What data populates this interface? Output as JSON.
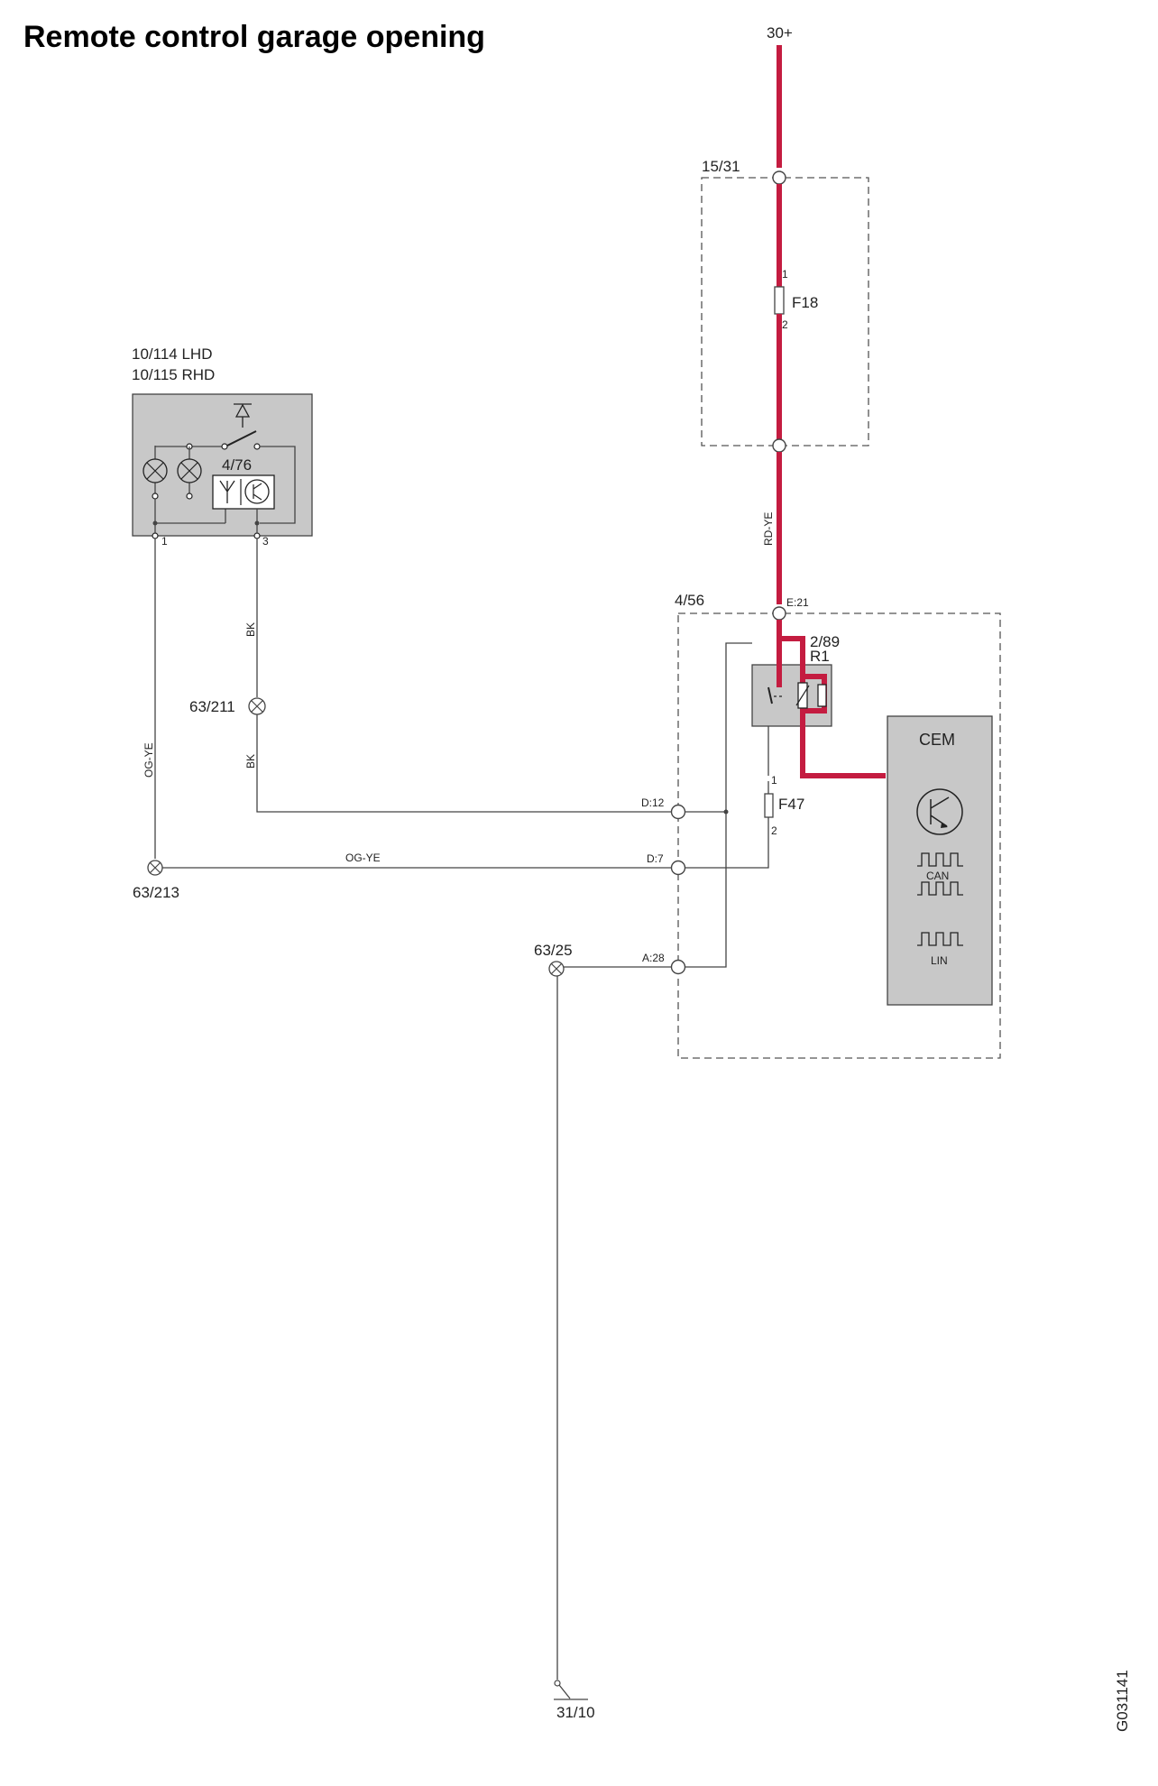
{
  "title": "Remote control garage opening",
  "labels": {
    "supply": "30+",
    "fusebox": "15/31",
    "fuse_f18": "F18",
    "f18_pin1": "1",
    "f18_pin2": "2",
    "wire_rd_ye": "RD-YE",
    "cem_box": "4/56",
    "connector_e21": "E:21",
    "relay_id": "2/89",
    "relay_r1": "R1",
    "cem": "CEM",
    "can": "CAN",
    "lin": "LIN",
    "fuse_f47": "F47",
    "f47_pin1": "1",
    "f47_pin2": "2",
    "connector_d12": "D:12",
    "connector_d7": "D:7",
    "connector_a28": "A:28",
    "module_lhd": "10/114 LHD",
    "module_rhd": "10/115 RHD",
    "module_inner": "4/76",
    "module_pin1": "1",
    "module_pin3": "3",
    "wire_bk_upper": "BK",
    "wire_bk_lower": "BK",
    "splice_211": "63/211",
    "wire_og_ye_vertical": "OG-YE",
    "wire_og_ye_horizontal": "OG-YE",
    "splice_213": "63/213",
    "splice_25": "63/25",
    "ground": "31/10",
    "figure_id": "G031141"
  },
  "colors": {
    "power_wire": "#c41c40",
    "component_fill": "#c8c8c8",
    "line": "#444444"
  }
}
